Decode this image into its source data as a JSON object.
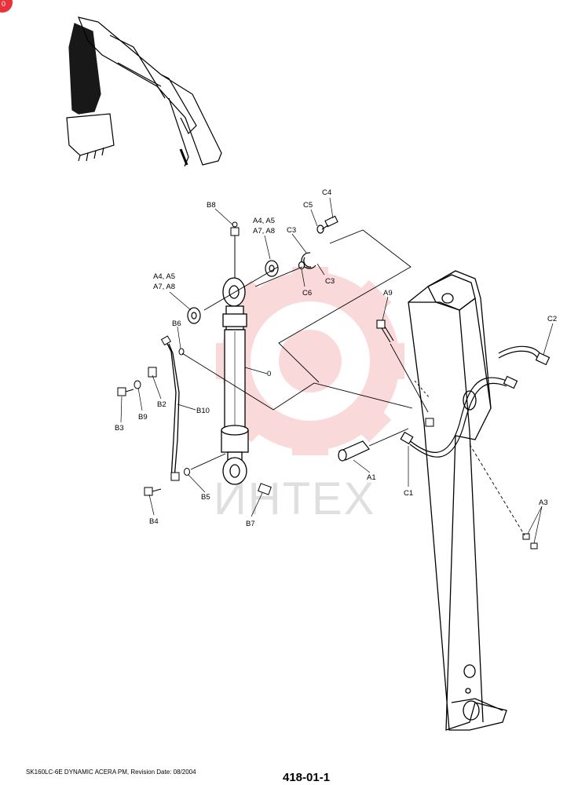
{
  "corner_badge": "0",
  "watermark": "ИНТЕХ",
  "labels": {
    "b8": "B8",
    "c4": "C4",
    "c5": "C5",
    "a4_1": "A4, A5",
    "a4_2": "A7, A8",
    "c3_top": "C3",
    "c3_bot": "C3",
    "c6": "C6",
    "a4l_1": "A4, A5",
    "a4l_2": "A7, A8",
    "b6": "B6",
    "a9": "A9",
    "c2": "C2",
    "zero": "0",
    "b2": "B2",
    "b9": "B9",
    "b3": "B3",
    "b10": "B10",
    "a1": "A1",
    "c1": "C1",
    "b5": "B5",
    "b4": "B4",
    "b7": "B7",
    "a3": "A3"
  },
  "footer": {
    "left": "SK160LC-6E DYNAMIC ACERA PM, Revision Date: 08/2004",
    "right": "418-01-1"
  }
}
